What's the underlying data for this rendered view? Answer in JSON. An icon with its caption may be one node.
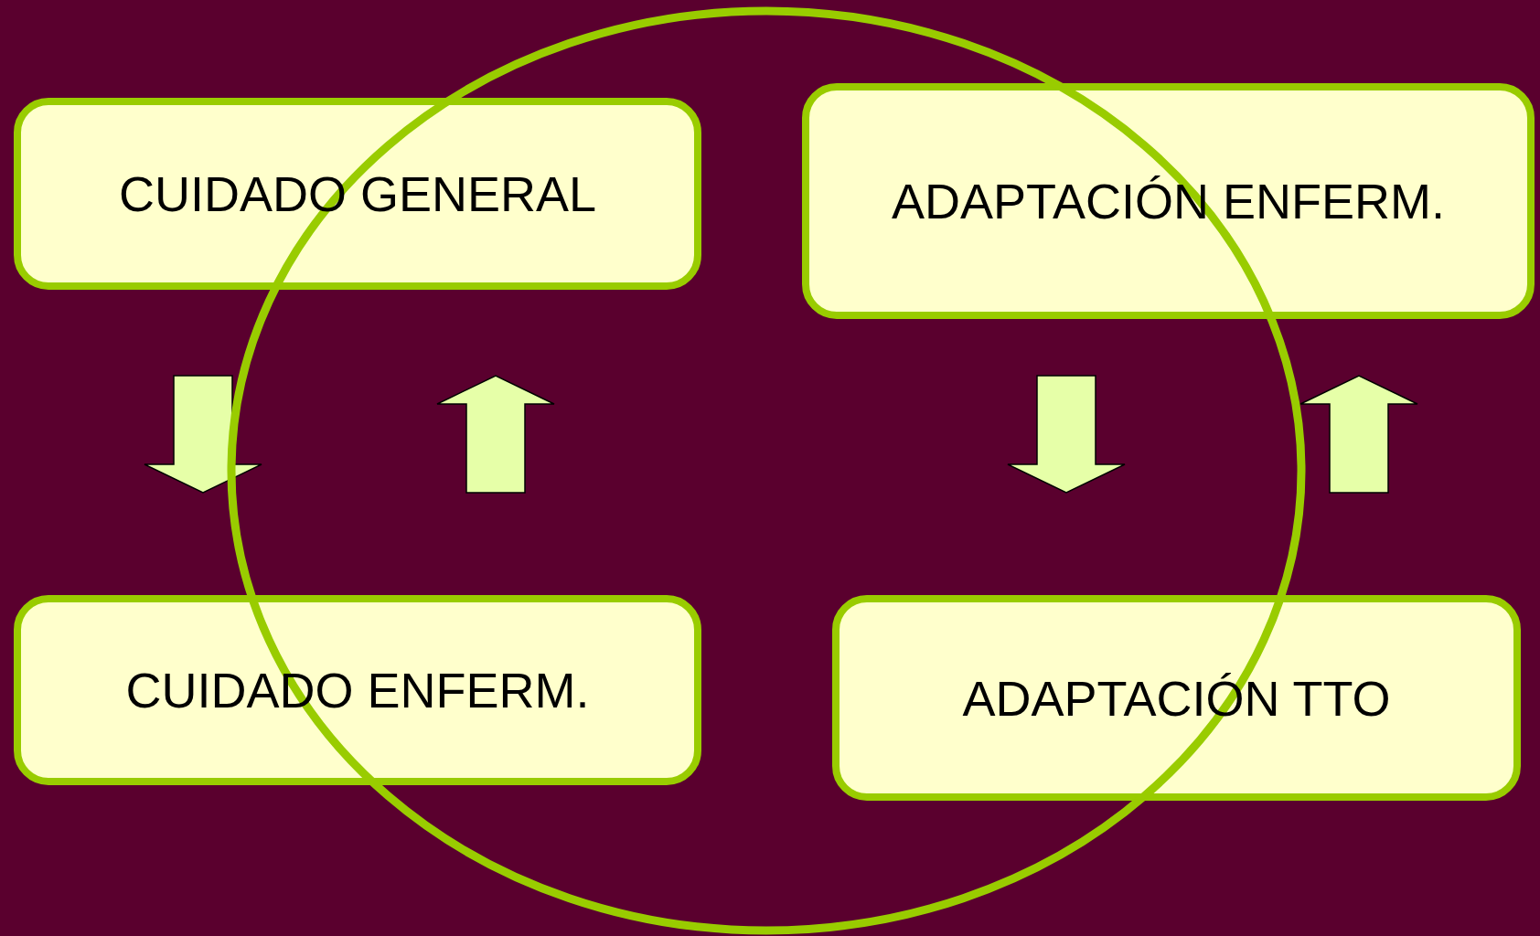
{
  "diagram": {
    "nodes": [
      {
        "text": [
          "CUIDADO GENERAL"
        ]
      },
      {
        "text": [
          "ADAPTACIÓN ENFERM."
        ]
      },
      {
        "text": [
          "CUIDADO ENFERM."
        ]
      },
      {
        "text": [
          "ADAPTACIÓN TTO"
        ]
      }
    ],
    "edges": [
      {
        "from": 0,
        "to": 2,
        "arrow": "to"
      },
      {
        "from": 2,
        "to": 0,
        "arrow": "to"
      },
      {
        "from": 1,
        "to": 3,
        "arrow": "to"
      },
      {
        "from": 3,
        "to": 1,
        "arrow": "to"
      }
    ]
  }
}
